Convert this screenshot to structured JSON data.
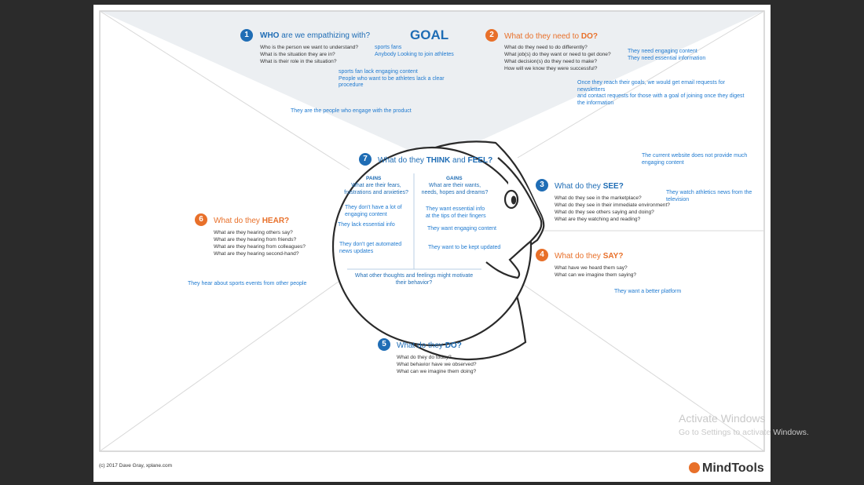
{
  "colors": {
    "blue": "#1f6db5",
    "orange": "#e8702a",
    "answer": "#1f7ad0",
    "background": "#2b2b2b"
  },
  "goal": "GOAL",
  "sections": {
    "who": {
      "number": "1",
      "title_pre": "WHO",
      "title_post": " are we empathizing with?",
      "questions": "Who is the person we want to understand?\nWhat is the situation they are in?\nWhat is their role in the situation?"
    },
    "do_need": {
      "number": "2",
      "title_pre": "What do they need to ",
      "title_bold": "DO?",
      "questions": "What do they need to do differently?\nWhat job(s) do they want or need to get done?\nWhat decision(s) do they need to make?\nHow will we know they were successful?"
    },
    "see": {
      "number": "3",
      "title_pre": "What do they ",
      "title_bold": "SEE?",
      "questions": "What do they see in the marketplace?\nWhat do they see in their immediate environment?\nWhat do they see others saying and doing?\nWhat are they watching and reading?"
    },
    "say": {
      "number": "4",
      "title_pre": "What do they ",
      "title_bold": "SAY?",
      "questions": "What have we heard them say?\nWhat can we imagine them saying?"
    },
    "do": {
      "number": "5",
      "title_pre": "What do they ",
      "title_bold": "DO?",
      "questions": "What do they do today?\nWhat behavior have we observed?\nWhat can we imagine them doing?"
    },
    "hear": {
      "number": "6",
      "title_pre": "What do they ",
      "title_bold": "HEAR?",
      "questions": "What are they hearing others say?\nWhat are they hearing from friends?\nWhat are they hearing from colleagues?\nWhat are they hearing second-hand?"
    },
    "think_feel": {
      "number": "7",
      "title_pre": "What do they ",
      "title_bold1": "THINK",
      "title_mid": " and ",
      "title_bold2": "FEEL?",
      "pains_label": "PAINS",
      "pains_question": "What are their fears,\nfrustrations and anxieties?",
      "gains_label": "GAINS",
      "gains_question": "What are their wants,\nneeds, hopes and dreams?",
      "other_question": "What other thoughts and feelings might motivate\ntheir behavior?"
    }
  },
  "answers": {
    "who_1": "sports fans\nAnybody Looking to join athletes",
    "who_2": "sports fan lack engaging content\nPeople who want to be athletes lack a clear\nprocedure",
    "who_3": "They are the people who engage with the product",
    "do_need_1": "They need engaging content\nThey need essential information",
    "do_need_2": "Once they reach their goals, we would get email requests for\nnewsletters\nand contact requests for those with a goal of joining once they digest\nthe information",
    "see_1": "The current website does not provide much\nengaging content",
    "see_2": "They watch athletics news from the\ntelevision",
    "say_1": "They want a better platform",
    "hear_1": "They hear about sports events from other people",
    "pains_1": "They don't have a lot of\nengaging content",
    "pains_2": "They lack essential info",
    "pains_3": "They don't get automated\nnews updates",
    "gains_1": "They want essential info\nat the tips of their fingers",
    "gains_2": "They want engaging content",
    "gains_3": "They want to be kept updated"
  },
  "credit": "(c) 2017 Dave Gray, xplane.com",
  "logo_text": "MindTools",
  "watermark": {
    "line1": "Activate Windows",
    "line2": "Go to Settings to activate Windows."
  }
}
